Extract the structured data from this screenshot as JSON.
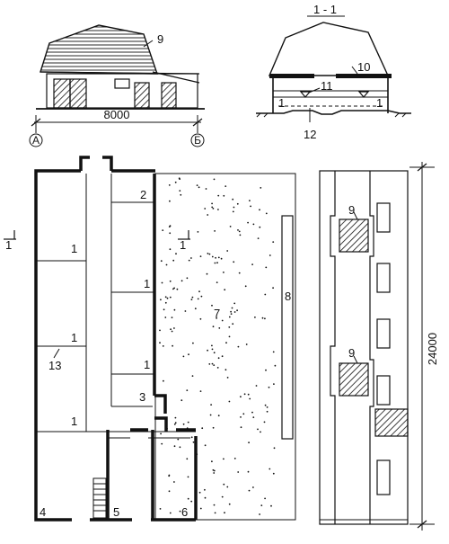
{
  "elevation": {
    "dimension": "8000",
    "axis_left": "А",
    "axis_right": "Б",
    "callout_roof": "9"
  },
  "section": {
    "title": "1 - 1",
    "callout_10": "10",
    "callout_11": "11",
    "callout_12": "12",
    "callout_left": "1",
    "callout_right": "1"
  },
  "plan": {
    "section_mark_left": "1",
    "section_mark_center": "1",
    "room_numbers": [
      "1",
      "1",
      "1",
      "1",
      "2",
      "1",
      "1",
      "3",
      "4",
      "5",
      "6",
      "7",
      "8",
      "13"
    ]
  },
  "side_view": {
    "dimension": "24000",
    "callout_top": "9",
    "callout_bottom": "9"
  }
}
